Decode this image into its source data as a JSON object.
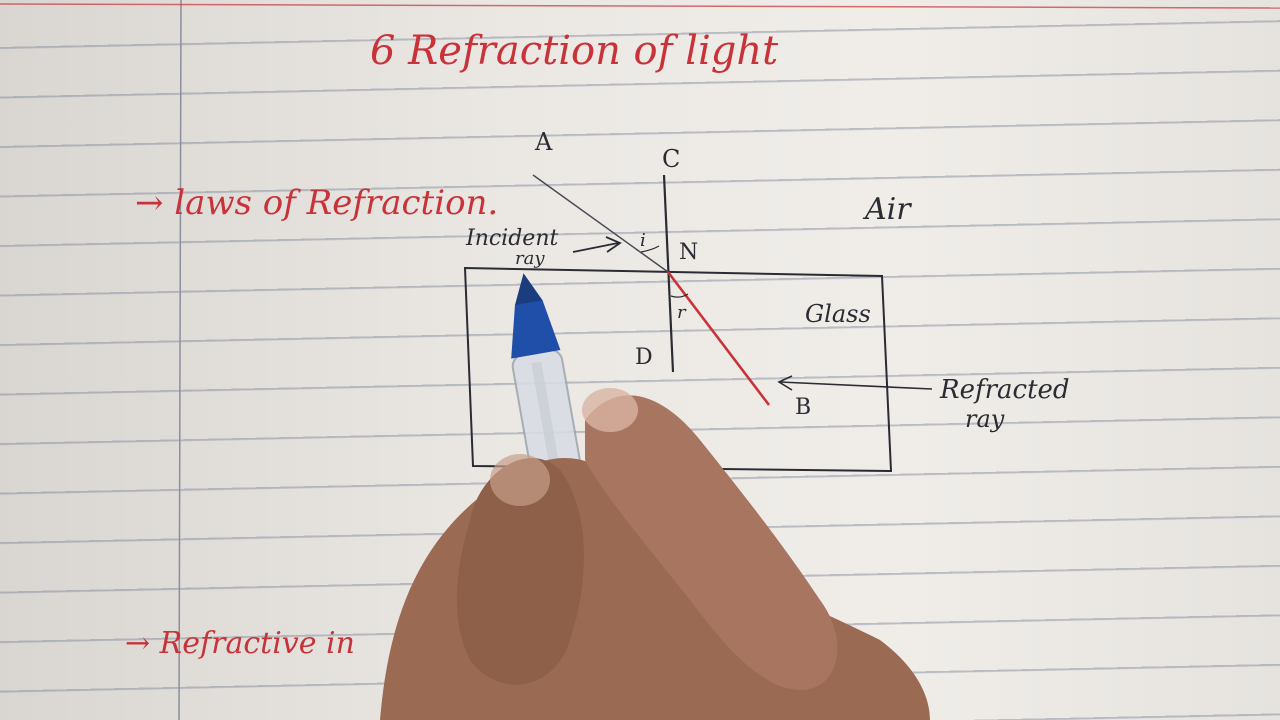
{
  "page": {
    "title": "6 Refraction of light",
    "heading_laws": "→ laws of Refraction.",
    "heading_refractive": "→ Refractive in"
  },
  "diagram": {
    "point_A": "A",
    "point_C": "C",
    "point_N": "N",
    "point_D": "D",
    "point_B": "B",
    "angle_i": "i",
    "angle_r": "r",
    "medium_air": "Air",
    "medium_glass": "Glass",
    "incident_line1": "Incident",
    "incident_line2": "ray",
    "refracted_line1": "Refracted",
    "refracted_line2": "ray"
  },
  "colors": {
    "ink_red": "#c8333a",
    "ink_black": "#2b2b33",
    "pen_blue": "#1f4fa8",
    "skin": "#9a6a52"
  }
}
